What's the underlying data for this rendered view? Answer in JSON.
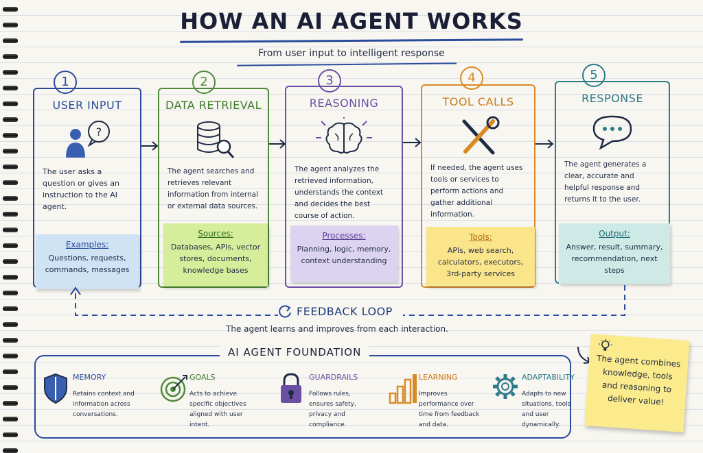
{
  "title": "HOW AN AI AGENT WORKS",
  "subtitle": "From user input to intelligent response",
  "steps": [
    {
      "num": "1",
      "title": "USER INPUT",
      "icon": "user-question-icon",
      "desc": "The user asks a question or gives an instruction to the AI agent.",
      "note_head": "Examples:",
      "note_body": "Questions, requests, commands, messages",
      "color": "#2a4a9c",
      "note_color": "#cfe3f5"
    },
    {
      "num": "2",
      "title": "DATA RETRIEVAL",
      "icon": "database-search-icon",
      "desc": "The agent searches and retrieves relevant information from internal or external data sources.",
      "note_head": "Sources:",
      "note_body": "Databases, APIs, vector stores, documents, knowledge bases",
      "color": "#4f8a3a",
      "note_color": "#d6ee9c"
    },
    {
      "num": "3",
      "title": "REASONING",
      "icon": "brain-icon",
      "desc": "The agent analyzes the retrieved information, understands the context and decides the best course of action.",
      "note_head": "Processes:",
      "note_body": "Planning, logic, memory, context understanding",
      "color": "#6a4fa3",
      "note_color": "#dcd3f0"
    },
    {
      "num": "4",
      "title": "TOOL CALLS",
      "icon": "tools-icon",
      "desc": "If needed, the agent uses tools or services to perform actions and gather additional information.",
      "note_head": "Tools:",
      "note_body": "APIs, web search, calculators, executors, 3rd-party services",
      "color": "#d98a25",
      "note_color": "#fbe58a"
    },
    {
      "num": "5",
      "title": "RESPONSE",
      "icon": "chat-bubble-icon",
      "desc": "The agent generates a clear, accurate and helpful response and returns it to the user.",
      "note_head": "Output:",
      "note_body": "Answer, result, summary, recommendation, next steps",
      "color": "#2c7a8a",
      "note_color": "#cdeae6"
    }
  ],
  "feedback": {
    "title": "FEEDBACK LOOP",
    "subtitle": "The agent learns and improves from each interaction."
  },
  "foundation": {
    "title": "AI AGENT FOUNDATION",
    "items": [
      {
        "name": "MEMORY",
        "desc": "Retains context and information across conversations.",
        "icon": "shield-icon"
      },
      {
        "name": "GOALS",
        "desc": "Acts to achieve specific objectives aligned with user intent.",
        "icon": "target-icon"
      },
      {
        "name": "GUARDRAILS",
        "desc": "Follows rules, ensures safety, privacy and compliance.",
        "icon": "lock-icon"
      },
      {
        "name": "LEARNING",
        "desc": "Improves performance over time from feedback and data.",
        "icon": "bar-chart-icon"
      },
      {
        "name": "ADAPTABILITY",
        "desc": "Adapts to new situations, tools and user dynamically.",
        "icon": "gear-icon"
      }
    ]
  },
  "side_note": "The agent combines knowledge, tools and reasoning to deliver value!"
}
